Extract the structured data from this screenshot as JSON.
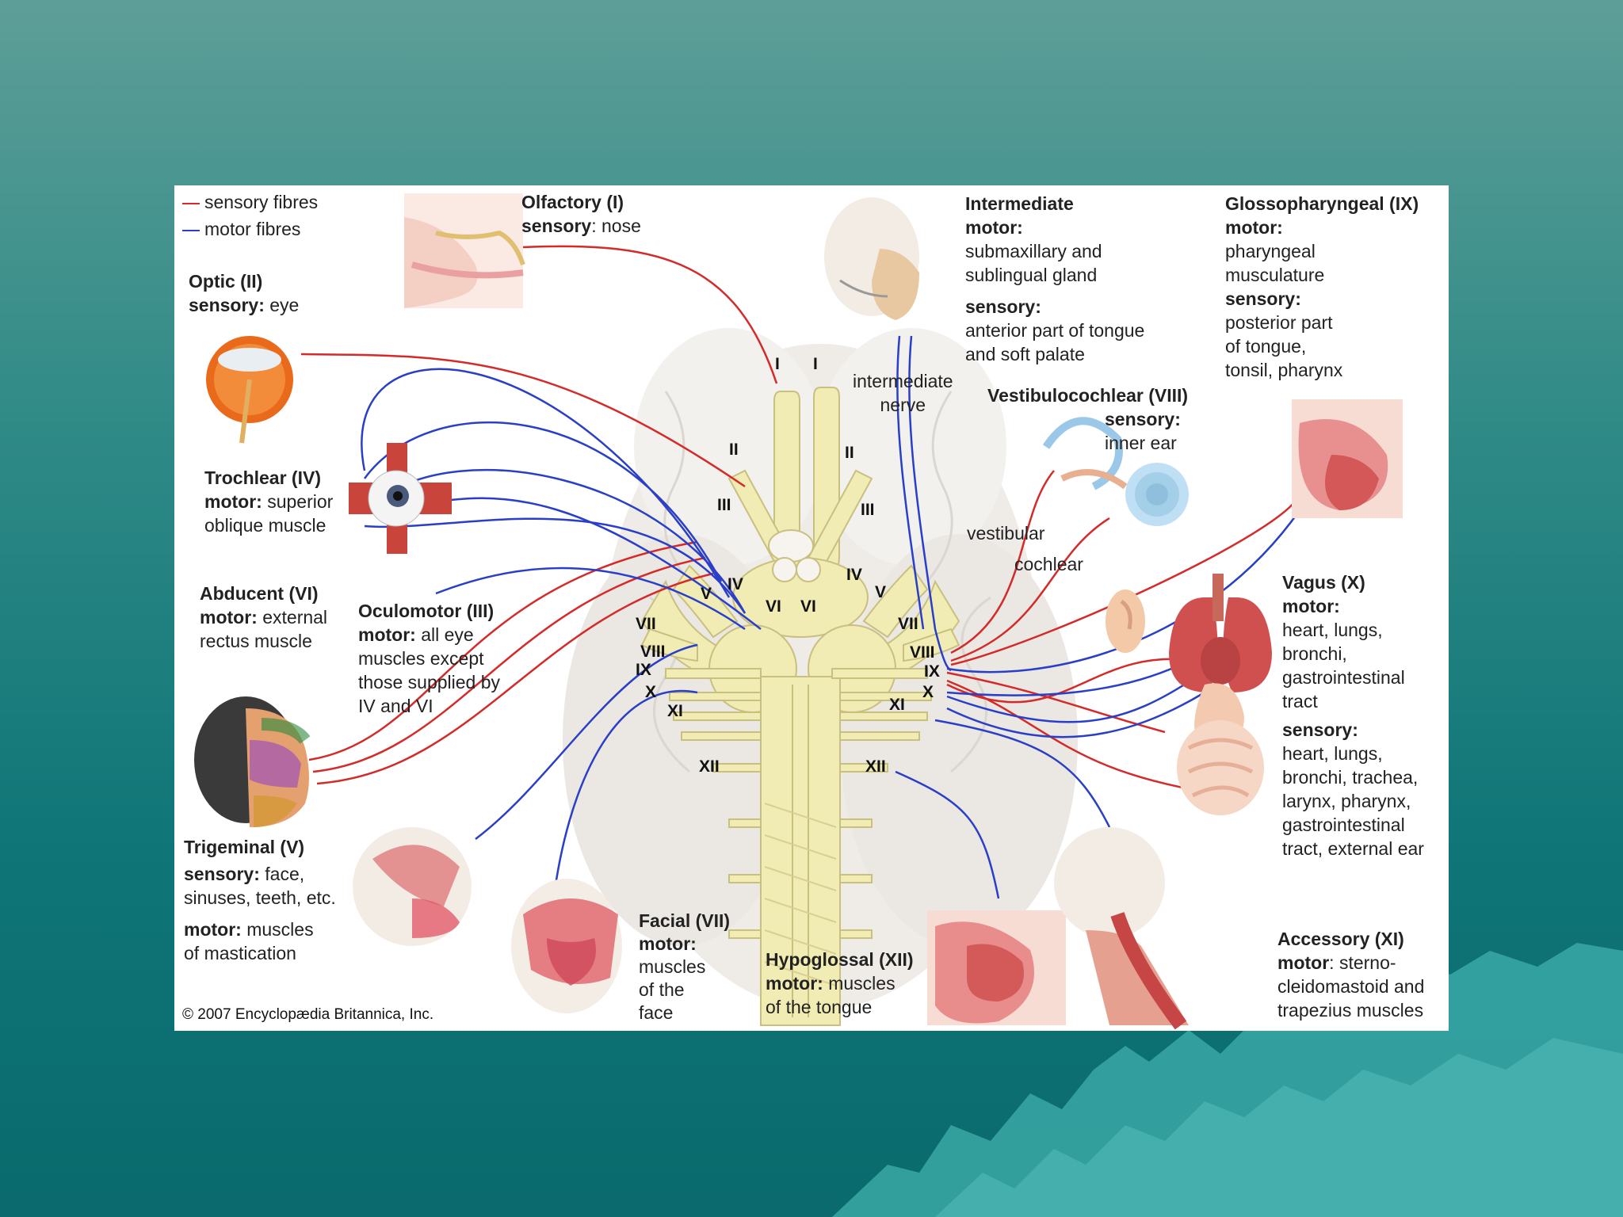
{
  "legend": {
    "sensory": "sensory fibres",
    "motor": "motor fibres",
    "sensory_color": "#d42a2a",
    "motor_color": "#2a3fc8"
  },
  "nerves": {
    "olfactory": {
      "title": "Olfactory (I)",
      "l1_key": "sensory",
      "l1_val": ": nose"
    },
    "optic": {
      "title": "Optic (II)",
      "l1_key": "sensory:",
      "l1_val": " eye"
    },
    "trochlear": {
      "title": "Trochlear (IV)",
      "l1_key": "motor:",
      "l1_val": " superior",
      "l2": "oblique muscle"
    },
    "abducent": {
      "title": "Abducent (VI)",
      "l1_key": "motor:",
      "l1_val": " external",
      "l2": "rectus muscle"
    },
    "oculomotor": {
      "title": "Oculomotor (III)",
      "l1_key": "motor:",
      "l1_val": " all eye",
      "l2": "muscles except",
      "l3": "those supplied by",
      "l4": "IV and VI"
    },
    "trigeminal": {
      "title": "Trigeminal (V)",
      "s_key": "sensory:",
      "s_val": " face,",
      "s2": "sinuses, teeth, etc.",
      "m_key": "motor:",
      "m_val": " muscles",
      "m2": "of mastication"
    },
    "facial": {
      "title": "Facial (VII)",
      "m_key": "motor:",
      "m1": "muscles",
      "m2": "of the",
      "m3": "face"
    },
    "hypoglossal": {
      "title": "Hypoglossal (XII)",
      "m_key": "motor:",
      "m_val": " muscles",
      "m2": "of the tongue"
    },
    "intermediate": {
      "title": "Intermediate",
      "m_key": "motor:",
      "m1": "submaxillary and",
      "m2": "sublingual gland",
      "s_key": "sensory:",
      "s1": "anterior part of tongue",
      "s2": "and soft palate"
    },
    "intermediate_nerve": {
      "l1": "intermediate",
      "l2": "nerve"
    },
    "glossopharyngeal": {
      "title": "Glossopharyngeal (IX)",
      "m_key": "motor:",
      "m1": "pharyngeal",
      "m2": "musculature",
      "s_key": "sensory:",
      "s1": "posterior part",
      "s2": "of tongue,",
      "s3": "tonsil, pharynx"
    },
    "vestibulocochlear": {
      "title": "Vestibulocochlear (VIII)",
      "s_key": "sensory:",
      "s1": "inner ear",
      "vestibular": "vestibular",
      "cochlear": "cochlear"
    },
    "vagus": {
      "title": "Vagus (X)",
      "m_key": "motor:",
      "m1": "heart, lungs,",
      "m2": "bronchi,",
      "m3": "gastrointestinal",
      "m4": "tract",
      "s_key": "sensory:",
      "s1": "heart, lungs,",
      "s2": "bronchi, trachea,",
      "s3": "larynx, pharynx,",
      "s4": "gastrointestinal",
      "s5": "tract, external ear"
    },
    "accessory": {
      "title": "Accessory (XI)",
      "m_key": "motor",
      "m_val": ": sterno-",
      "m2": "cleidomastoid and",
      "m3": "trapezius muscles"
    }
  },
  "numerals": {
    "I_l": "I",
    "I_r": "I",
    "II_l": "II",
    "II_r": "II",
    "III_l": "III",
    "III_r": "III",
    "IV_l": "IV",
    "IV_r": "IV",
    "V_l": "V",
    "V_r": "V",
    "VI_l": "VI",
    "VI_r": "VI",
    "VII_l": "VII",
    "VII_r": "VII",
    "VIII_l": "VIII",
    "VIII_r": "VIII",
    "IX_l": "IX",
    "IX_r": "IX",
    "X_l": "X",
    "X_r": "X",
    "XI_l": "XI",
    "XI_r": "XI",
    "XII_l": "XII",
    "XII_r": "XII"
  },
  "copyright": "© 2007 Encyclopædia Britannica, Inc."
}
